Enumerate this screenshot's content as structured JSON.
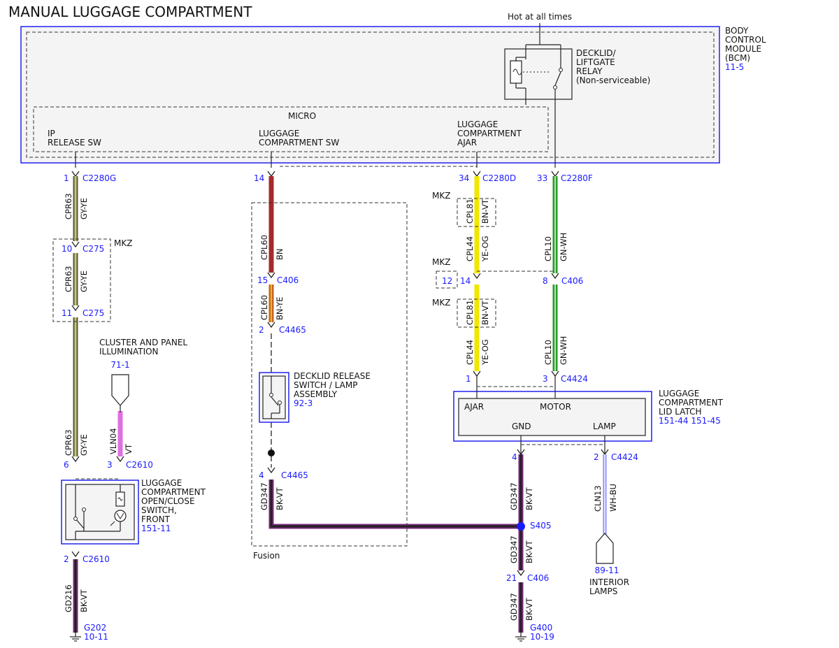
{
  "title": "MANUAL LUGGAGE COMPARTMENT",
  "bcm": {
    "name": [
      "BODY",
      "CONTROL",
      "MODULE",
      "(BCM)"
    ],
    "ref": "11-5",
    "hot_label": "Hot at all times",
    "relay": [
      "DECKLID/",
      "LIFTGATE",
      "RELAY",
      "(Non-serviceable)"
    ],
    "micro": "MICRO",
    "inputs": {
      "ip": [
        "IP",
        "RELEASE SW"
      ],
      "sw": [
        "LUGGAGE",
        "COMPARTMENT SW"
      ],
      "ajar": [
        "LUGGAGE",
        "COMPARTMENT",
        "AJAR"
      ]
    }
  },
  "pins": {
    "c2280g": {
      "pin": "1",
      "conn": "C2280G"
    },
    "c2280_14": {
      "pin": "14"
    },
    "c2280d": {
      "pin": "34",
      "conn": "C2280D"
    },
    "c2280f": {
      "pin": "33",
      "conn": "C2280F"
    },
    "c275a": {
      "pin": "10",
      "conn": "C275"
    },
    "c275b": {
      "pin": "11",
      "conn": "C275"
    },
    "c2610a": {
      "pin": "6"
    },
    "c2610b": {
      "pin": "3",
      "conn": "C2610"
    },
    "c2610c": {
      "pin": "2",
      "conn": "C2610"
    },
    "c406a": {
      "pin": "15",
      "conn": "C406"
    },
    "c4465a": {
      "pin": "2",
      "conn": "C4465"
    },
    "c4465b": {
      "pin": "4",
      "conn": "C4465"
    },
    "c406b_left": {
      "pin": "12"
    },
    "c406b_mid": {
      "pin": "14"
    },
    "c406b_right": {
      "pin": "8",
      "conn": "C406"
    },
    "c4424a_1": {
      "pin": "1"
    },
    "c4424a_3": {
      "pin": "3",
      "conn": "C4424"
    },
    "gnd_4": {
      "pin": "4"
    },
    "c4424b": {
      "pin": "2",
      "conn": "C4424"
    },
    "s405": {
      "conn": "S405"
    },
    "c406c": {
      "pin": "21",
      "conn": "C406"
    }
  },
  "wires": {
    "cpr63": {
      "circuit": "CPR63",
      "color": "GY-YE"
    },
    "cpl60": {
      "circuit": "CPL60",
      "color": "BN"
    },
    "cpl60b": {
      "circuit": "CPL60",
      "color": "BN-YE"
    },
    "cpl81": {
      "circuit": "CPL81",
      "color": "BN-VT"
    },
    "cpl44": {
      "circuit": "CPL44",
      "color": "YE-OG"
    },
    "cpl10": {
      "circuit": "CPL10",
      "color": "GN-WH"
    },
    "vln04": {
      "circuit": "VLN04",
      "color": "VT"
    },
    "gd216": {
      "circuit": "GD216",
      "color": "BK-VT"
    },
    "gd347": {
      "circuit": "GD347",
      "color": "BK-VT"
    },
    "cln13": {
      "circuit": "CLN13",
      "color": "WH-BU"
    }
  },
  "labels": {
    "mkz": "MKZ",
    "fusion": "Fusion",
    "cluster": [
      "CLUSTER AND PANEL",
      "ILLUMINATION"
    ],
    "cluster_ref": "71-1",
    "switch": [
      "LUGGAGE",
      "COMPARTMENT",
      "OPEN/CLOSE",
      "SWITCH,",
      "FRONT"
    ],
    "switch_ref": "151-11",
    "decklid_sw": [
      "DECKLID RELEASE",
      "SWITCH / LAMP",
      "ASSEMBLY"
    ],
    "decklid_ref": "92-3",
    "latch": [
      "LUGGAGE",
      "COMPARTMENT",
      "LID LATCH"
    ],
    "latch_ref": "151-44  151-45",
    "latch_pins": {
      "ajar": "AJAR",
      "motor": "MOTOR",
      "gnd": "GND",
      "lamp": "LAMP"
    },
    "interior": [
      "INTERIOR",
      "LAMPS"
    ],
    "interior_ref": "89-11",
    "g202": "G202",
    "g202_ref": "10-11",
    "g400": "G400",
    "g400_ref": "10-19"
  },
  "colors": {
    "gy_ye": "#8c8c3a",
    "bn": "#a52a2a",
    "bn_ye": "#c8641e",
    "ye": "#f2e600",
    "gn": "#2a9a2a",
    "vt": "#e070e0",
    "bk_vt": "#7a2a7a",
    "wh_bu": "#8888ff",
    "blue_outline": "#2222ee"
  }
}
